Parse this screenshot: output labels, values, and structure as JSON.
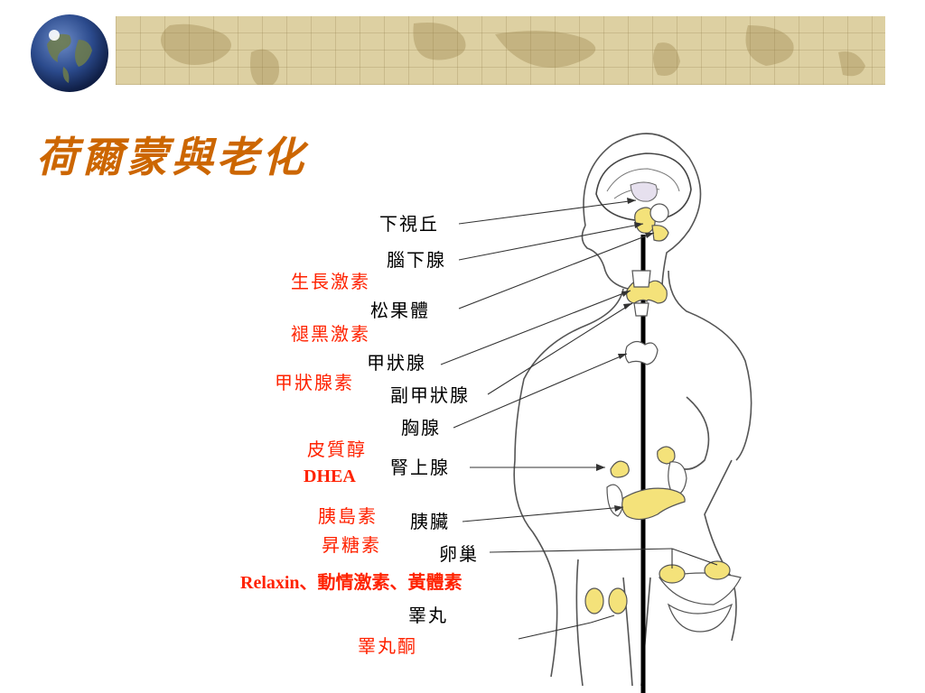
{
  "title": "荷爾蒙與老化",
  "glands": {
    "hypothalamus": "下視丘",
    "pituitary": "腦下腺",
    "pineal": "松果體",
    "thyroid": "甲狀腺",
    "parathyroid": "副甲狀腺",
    "thymus": "胸腺",
    "adrenal": "腎上腺",
    "pancreas": "胰臟",
    "ovary": "卵巢",
    "testis": "睪丸"
  },
  "hormones": {
    "growth_hormone": "生長激素",
    "melatonin": "褪黑激素",
    "thyroid_hormone": "甲狀腺素",
    "cortisol": "皮質醇",
    "dhea": "DHEA",
    "insulin": "胰島素",
    "glucagon": "昇糖素",
    "ovary_hormones": "Relaxin、動情激素、黃體素",
    "testosterone": "睪丸酮"
  },
  "colors": {
    "title": "#cc6600",
    "hormone_text": "#ff2200",
    "gland_fill": "#f4e27a",
    "banner": "#ddd0a2"
  }
}
